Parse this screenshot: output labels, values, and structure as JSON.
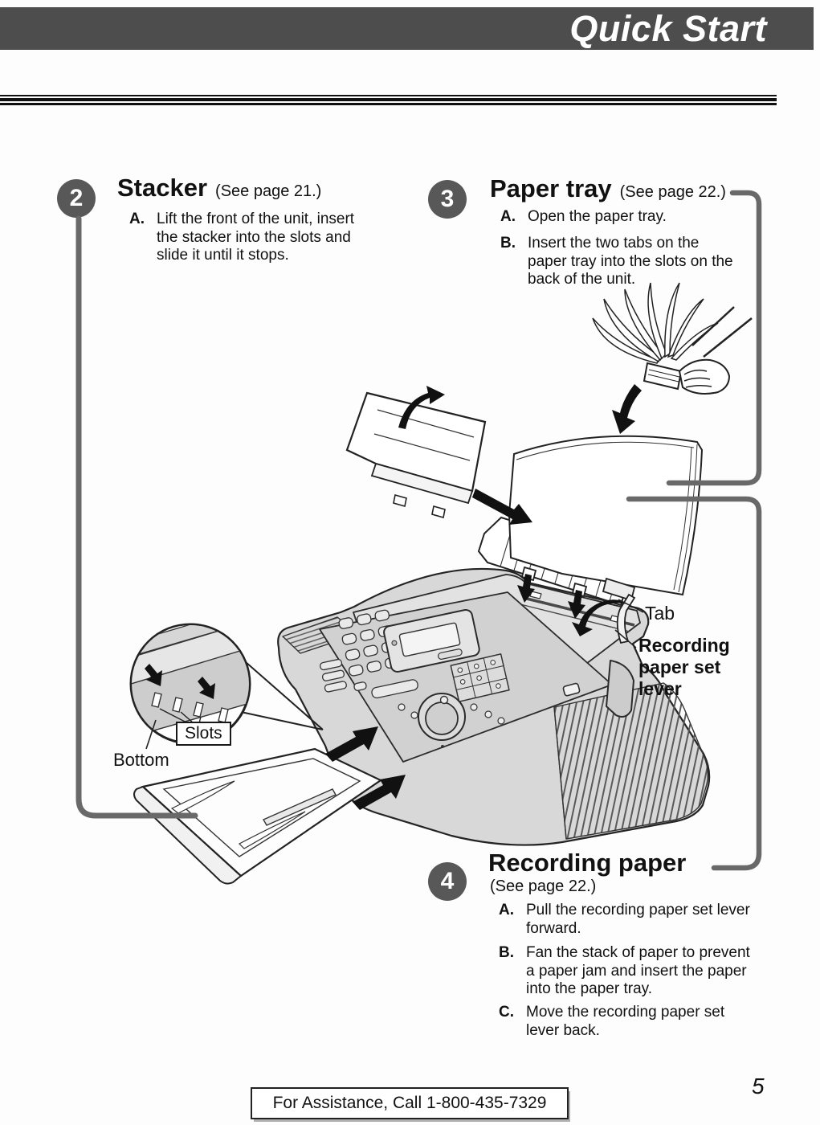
{
  "header": {
    "title": "Quick Start"
  },
  "steps": [
    {
      "number": "2",
      "title": "Stacker",
      "see": "(See page 21.)",
      "items": [
        {
          "label": "A.",
          "text": "Lift the front of the unit, insert\nthe stacker into the slots and\nslide it until it stops."
        }
      ]
    },
    {
      "number": "3",
      "title": "Paper tray",
      "see": "(See page 22.)",
      "items": [
        {
          "label": "A.",
          "text": "Open the paper tray."
        },
        {
          "label": "B.",
          "text": "Insert the two tabs on the\npaper tray into the slots on the\nback of the unit."
        }
      ]
    },
    {
      "number": "4",
      "title": "Recording paper",
      "see": "(See page 22.)",
      "items": [
        {
          "label": "A.",
          "text": "Pull the recording paper set lever\nforward."
        },
        {
          "label": "B.",
          "text": "Fan the stack of paper to prevent\na paper jam and insert the paper\ninto the paper tray."
        },
        {
          "label": "C.",
          "text": "Move the recording paper set\nlever back."
        }
      ]
    }
  ],
  "diagram_labels": {
    "tab": "Tab",
    "lever": "Recording\npaper set\nlever",
    "slots": "Slots",
    "bottom": "Bottom"
  },
  "footer": {
    "assistance": "For Assistance, Call 1-800-435-7329",
    "page_number": "5"
  },
  "colors": {
    "header_bar": "#4d4d4d",
    "step_circle": "#585858",
    "connector_gray": "#696969",
    "machine_fill": "#d8d8d8"
  }
}
